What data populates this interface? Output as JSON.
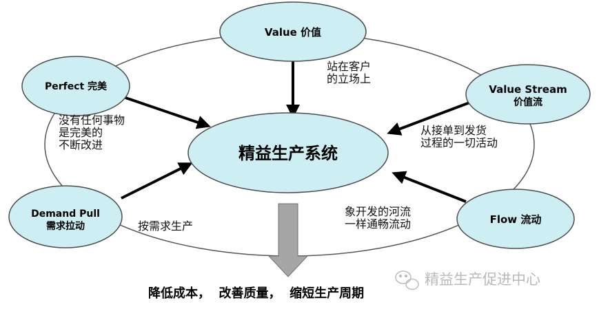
{
  "center": {
    "label": "精益生产系统"
  },
  "nodes": {
    "value": {
      "line1": "Value 价值"
    },
    "value_stream": {
      "line1": "Value Stream",
      "line2": "价值流"
    },
    "flow": {
      "line1": "Flow 流动"
    },
    "demand_pull": {
      "line1": "Demand Pull",
      "line2": "需求拉动"
    },
    "perfect": {
      "line1": "Perfect 完美"
    }
  },
  "notes": {
    "value": [
      "站在客户",
      "的立场上"
    ],
    "value_stream": [
      "从接单到发货",
      "过程的一切活动"
    ],
    "flow": [
      "象开发的河流",
      "一样通畅流动"
    ],
    "demand_pull": [
      "按需求生产"
    ],
    "perfect": [
      "没有任何事物",
      "是完美的",
      "不断改进"
    ]
  },
  "result": "降低成本，  改善质量，  缩短生产周期",
  "watermark": "精益生产促进中心",
  "colors": {
    "bubble_fill": "#cdeff3",
    "bubble_stroke": "#4c4c4c",
    "arrow": "#000000",
    "down_arrow": "#a6a6a6"
  }
}
